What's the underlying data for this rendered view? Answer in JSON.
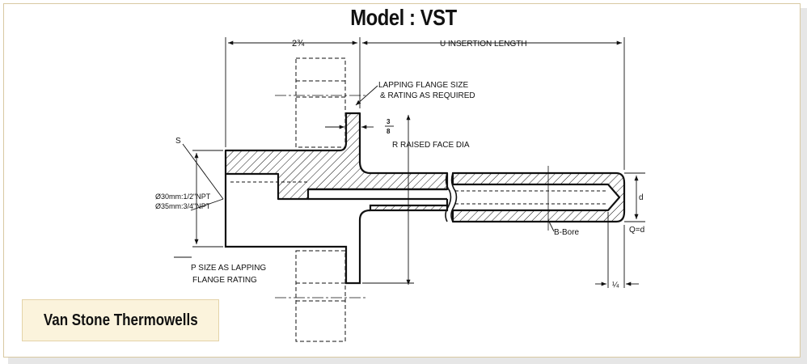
{
  "title": "Model : VST",
  "caption": "Van Stone Thermowells",
  "labels": {
    "dim_2_3_4": "2¾",
    "insertion": "U INSERTION LENGTH",
    "lapping_line1": "LAPPING FLANGE SIZE",
    "lapping_line2": "& RATING AS REQUIRED",
    "frac_num": "3",
    "frac_den": "8",
    "raised_face": "R  RAISED FACE DIA",
    "s": "S",
    "npt1": "Ø30mm:1/2\"NPT",
    "npt2": "Ø35mm:3/4\"NPT",
    "p_line1": "P SIZE AS LAPPING",
    "p_line2": "FLANGE RATING",
    "d": "d",
    "b_bore": "B-Bore",
    "q_eq_d": "Q=d",
    "quarter": "¼"
  },
  "colors": {
    "line": "#111111",
    "border": "#d8c9a2",
    "caption_bg": "#fbf3dc"
  }
}
